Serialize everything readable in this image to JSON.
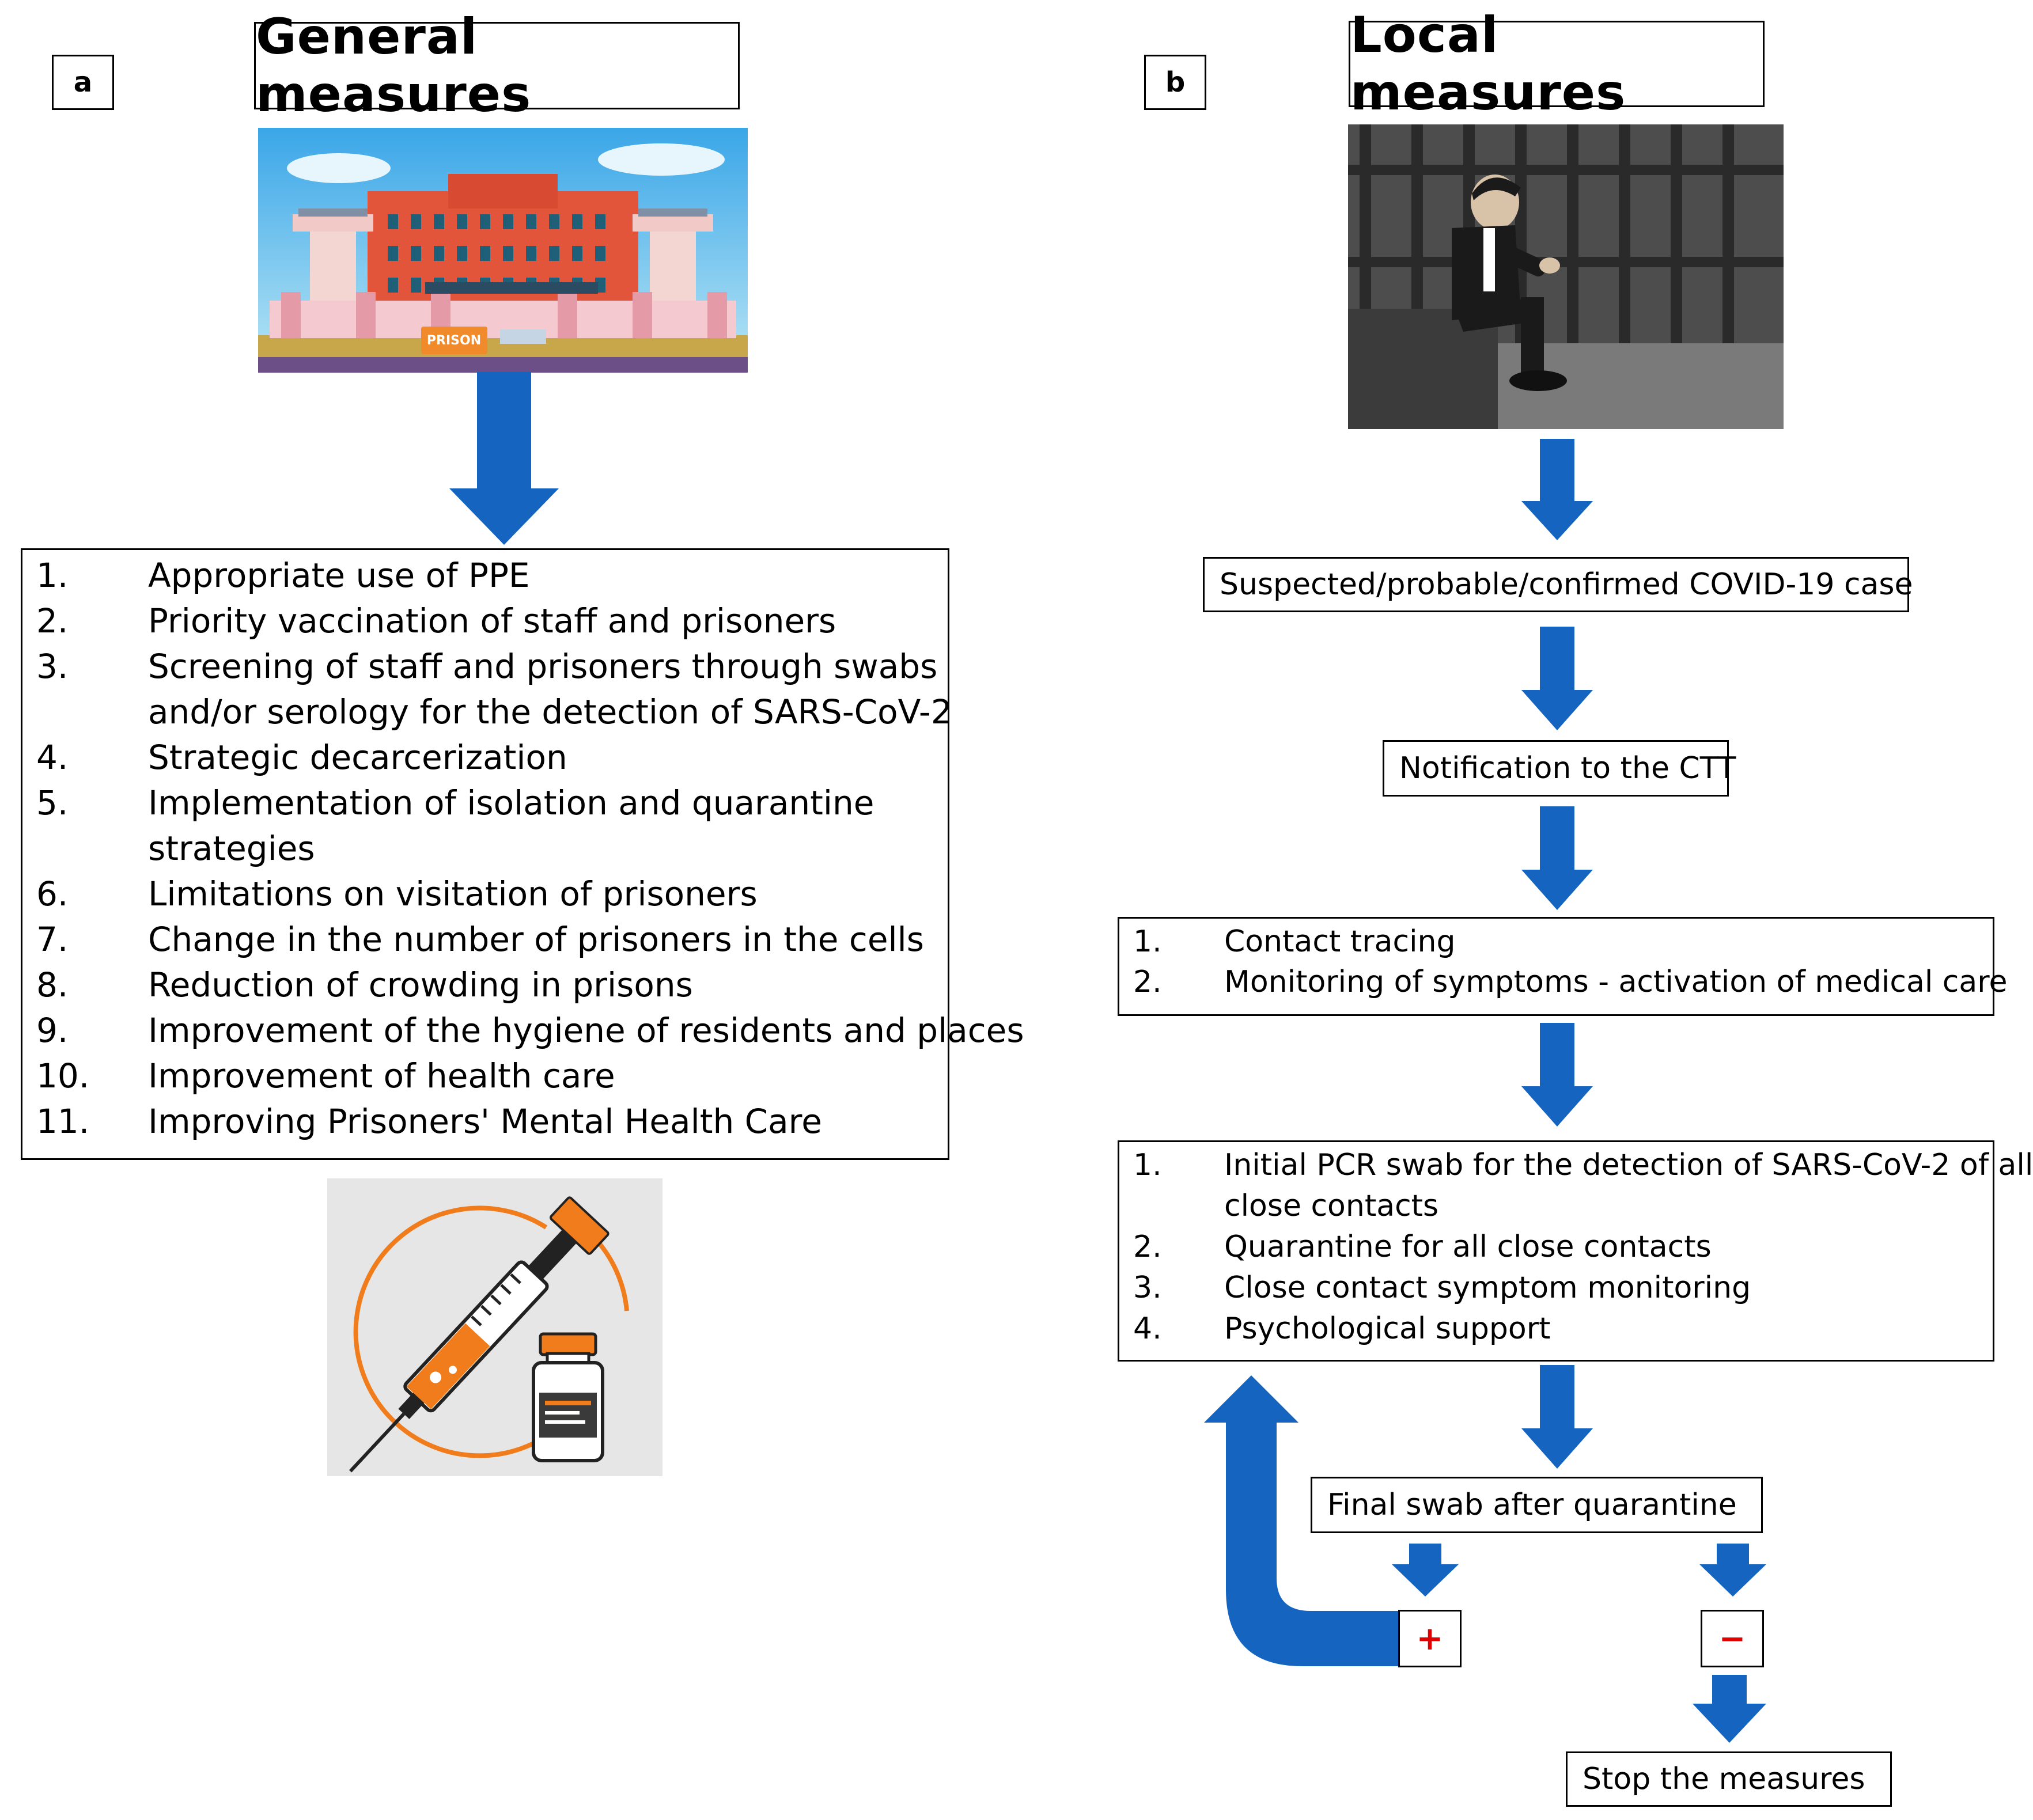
{
  "panel_a": {
    "label": "a",
    "title": "General measures",
    "measures": [
      {
        "num": "1.",
        "lines": [
          "Appropriate use of PPE"
        ]
      },
      {
        "num": "2.",
        "lines": [
          "Priority vaccination of staff and prisoners"
        ]
      },
      {
        "num": "3.",
        "lines": [
          "Screening of staff and prisoners through swabs",
          "and/or serology for the detection of SARS-CoV-2"
        ]
      },
      {
        "num": "4.",
        "lines": [
          "Strategic decarcerization"
        ]
      },
      {
        "num": "5.",
        "lines": [
          "Implementation of isolation and quarantine",
          "strategies"
        ]
      },
      {
        "num": "6.",
        "lines": [
          "Limitations on visitation of prisoners"
        ]
      },
      {
        "num": "7.",
        "lines": [
          "Change in the number of prisoners in the cells"
        ]
      },
      {
        "num": "8.",
        "lines": [
          "Reduction of crowding in prisons"
        ]
      },
      {
        "num": "9.",
        "lines": [
          "Improvement of the hygiene of residents and places"
        ]
      },
      {
        "num": "10.",
        "lines": [
          "Improvement of health care"
        ]
      },
      {
        "num": "11.",
        "lines": [
          "Improving Prisoners' Mental Health Care"
        ]
      }
    ],
    "prison_sign_text": "PRISON"
  },
  "panel_b": {
    "label": "b",
    "title": "Local measures",
    "case_box": "Suspected/probable/confirmed COVID-19 case",
    "notification_box": "Notification to the CTT",
    "steps_1": [
      {
        "num": "1.",
        "lines": [
          "Contact tracing"
        ]
      },
      {
        "num": "2.",
        "lines": [
          "Monitoring of symptoms - activation of medical care"
        ]
      }
    ],
    "steps_2": [
      {
        "num": "1.",
        "lines": [
          "Initial PCR swab for the detection of SARS-CoV-2 of all",
          "close contacts"
        ]
      },
      {
        "num": "2.",
        "lines": [
          "Quarantine for all close contacts"
        ]
      },
      {
        "num": "3.",
        "lines": [
          "Close contact symptom monitoring"
        ]
      },
      {
        "num": "4.",
        "lines": [
          "Psychological support"
        ]
      }
    ],
    "final_swab": "Final swab after quarantine",
    "positive": "+",
    "negative": "−",
    "stop": "Stop the measures"
  },
  "colors": {
    "arrow": "#1565c0",
    "sign": "#e00000",
    "syringe": "#f07c1c"
  }
}
